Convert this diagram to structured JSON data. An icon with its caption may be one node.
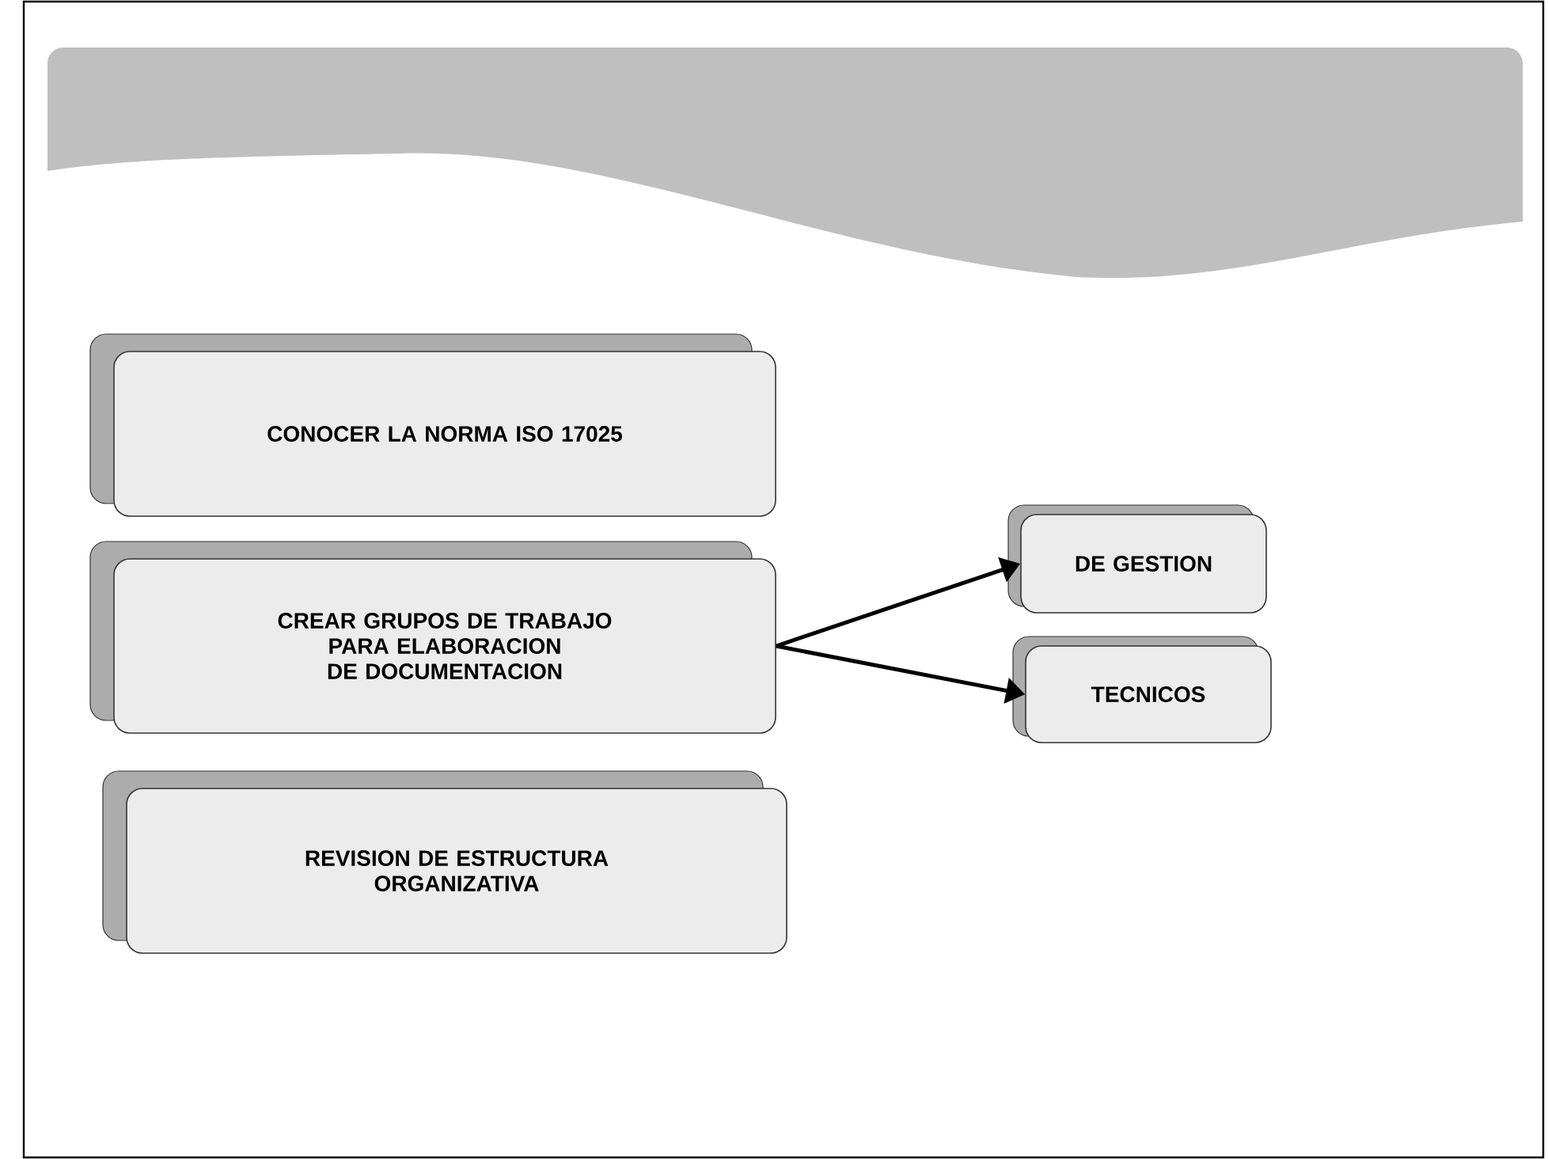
{
  "diagram": {
    "nodes": [
      {
        "text": [
          "CONOCER LA NORMA ISO 17025"
        ]
      },
      {
        "text": [
          "CREAR GRUPOS DE TRABAJO PARA ELABORACION DE DOCUMENTACION"
        ]
      },
      {
        "text": [
          "REVISION DE ESTRUCTURA ORGANIZATIVA"
        ]
      },
      {
        "text": [
          "DE GESTION"
        ]
      },
      {
        "text": [
          "TECNICOS"
        ]
      }
    ],
    "edges": [
      {
        "from": 1,
        "to": 3,
        "arrow": "to"
      },
      {
        "from": 1,
        "to": 4,
        "arrow": "to"
      }
    ]
  }
}
